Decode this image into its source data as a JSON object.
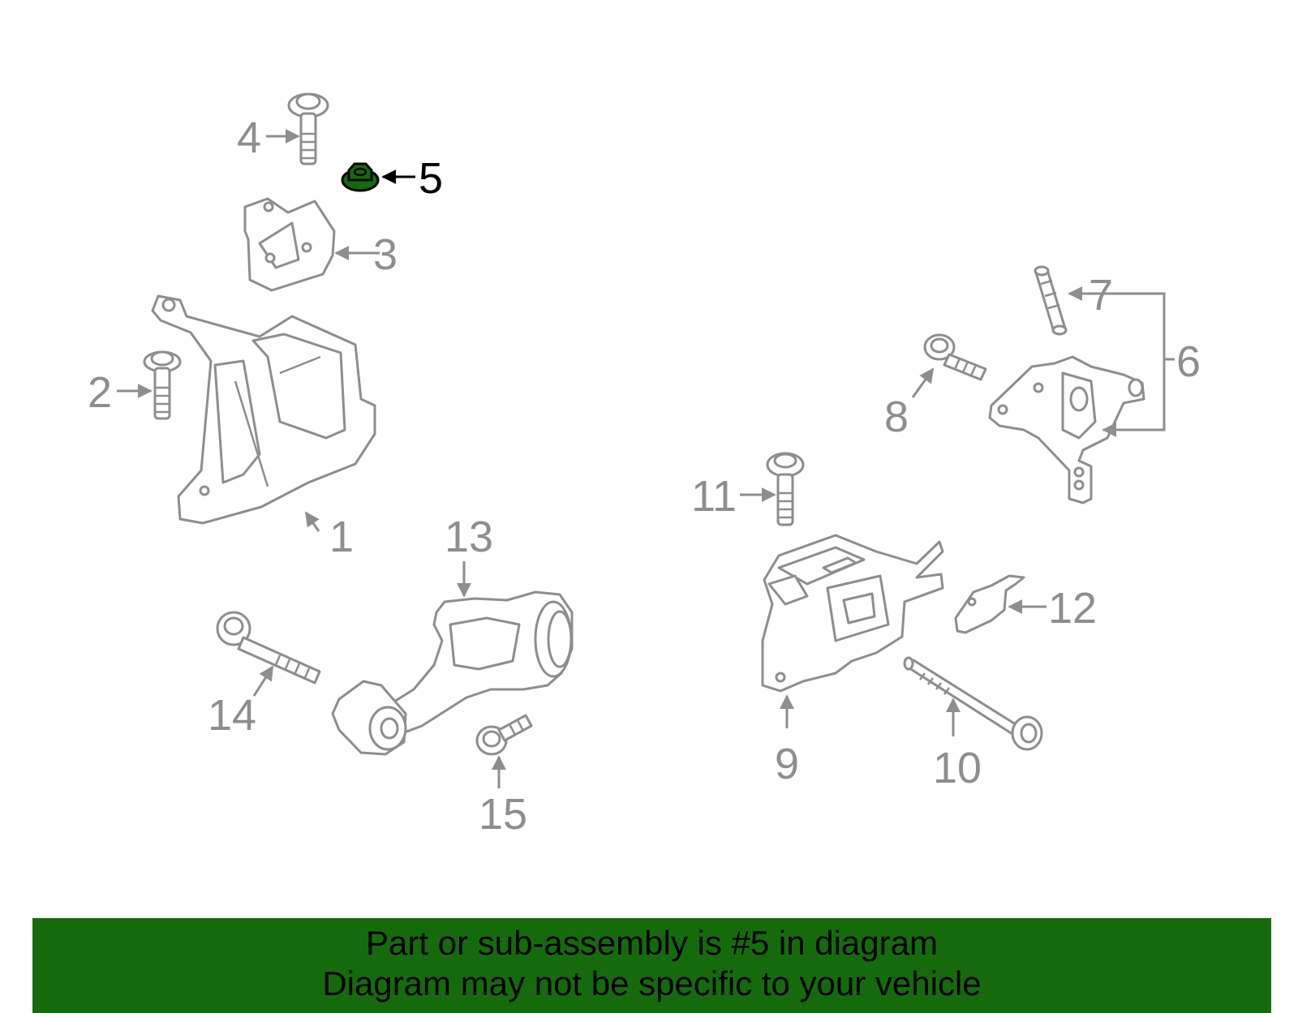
{
  "diagram": {
    "highlight_color": "#156b0c",
    "callouts": [
      "1",
      "2",
      "3",
      "4",
      "5",
      "6",
      "7",
      "8",
      "9",
      "10",
      "11",
      "12",
      "13",
      "14",
      "15"
    ],
    "highlighted_part": "5"
  },
  "banner": {
    "line1": "Part or sub-assembly is #5 in diagram",
    "line2": "Diagram may not be specific to your vehicle",
    "background": "#156b0c"
  }
}
